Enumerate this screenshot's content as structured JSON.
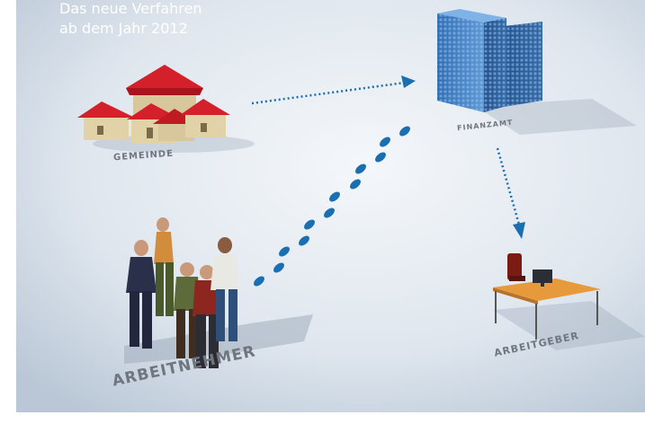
{
  "header": {
    "line1": "Das neue Verfahren",
    "line2": "ab dem Jahr 2012"
  },
  "nodes": {
    "gemeinde": "GEMEINDE",
    "finanzamt": "FINANZAMT",
    "arbeitnehmer": "ARBEITNEHMER",
    "arbeitgeber": "ARBEITGEBER"
  },
  "colors": {
    "arrow": "#1a6fb3",
    "roof": "#d4202a",
    "building": "#3f7fc4",
    "background": "#e3e9ef"
  }
}
